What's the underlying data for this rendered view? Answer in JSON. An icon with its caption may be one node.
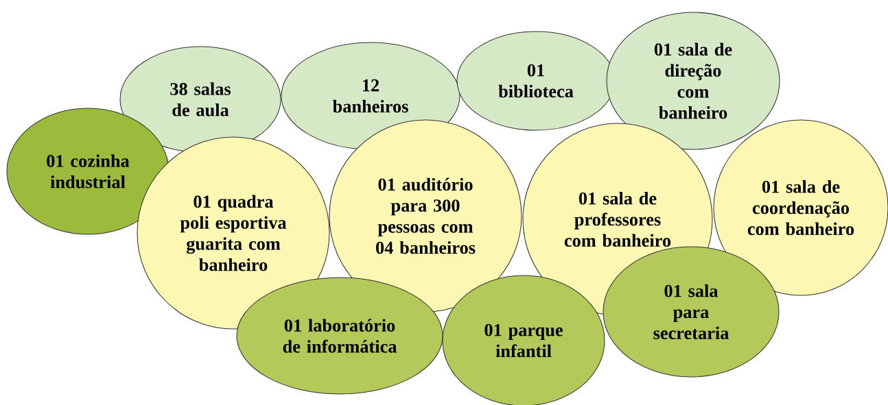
{
  "diagram": {
    "nodes": [
      {
        "text": [
          "38 salas de aula"
        ]
      },
      {
        "text": [
          "12 banheiros"
        ]
      },
      {
        "text": [
          "01 biblioteca"
        ]
      },
      {
        "text": [
          "01 sala de direção com banheiro"
        ]
      },
      {
        "text": [
          "01 cozinha industrial"
        ]
      },
      {
        "text": [
          "01 quadra poli esportiva guarita com banheiro"
        ]
      },
      {
        "text": [
          "01 auditório para 300 pessoas com 04 banheiros"
        ]
      },
      {
        "text": [
          "01 sala de professores com banheiro"
        ]
      },
      {
        "text": [
          "01 sala de coordenação com banheiro"
        ]
      },
      {
        "text": [
          "01 laboratório de informática"
        ]
      },
      {
        "text": [
          "01 parque infantil"
        ]
      },
      {
        "text": [
          "01 sala para secretaria"
        ]
      }
    ]
  }
}
